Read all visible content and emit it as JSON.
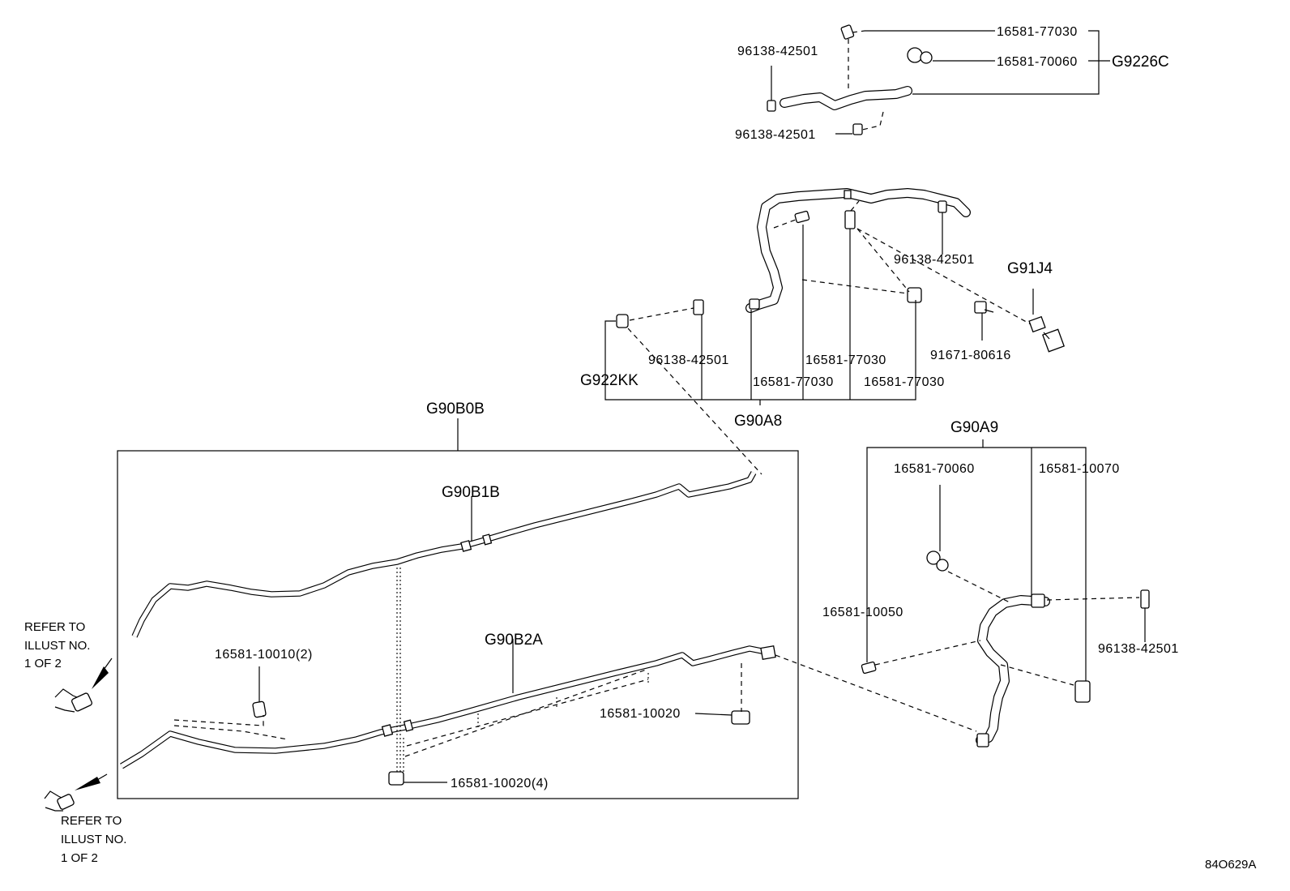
{
  "labels": {
    "pn_16581_77030_top": "16581-77030",
    "pn_96138_42501_a": "96138-42501",
    "pn_16581_70060_top": "16581-70060",
    "grp_g9226c": "G9226C",
    "pn_96138_42501_b": "96138-42501",
    "pn_96138_42501_c": "96138-42501",
    "grp_g91j4": "G91J4",
    "pn_91671_80616": "91671-80616",
    "pn_96138_42501_d": "96138-42501",
    "pn_16581_77030_a": "16581-77030",
    "pn_16581_77030_b": "16581-77030",
    "pn_16581_77030_c": "16581-77030",
    "grp_g922kk": "G922KK",
    "grp_g90a8": "G90A8",
    "grp_g90b0b": "G90B0B",
    "grp_g90b1b": "G90B1B",
    "grp_g90b2a": "G90B2A",
    "pn_16581_10010": "16581-10010(2)",
    "pn_16581_10020": "16581-10020",
    "pn_16581_10020_4": "16581-10020(4)",
    "grp_g90a9": "G90A9",
    "pn_16581_70060_r": "16581-70060",
    "pn_16581_10070": "16581-10070",
    "pn_16581_10050": "16581-10050",
    "pn_96138_42501_r": "96138-42501",
    "refer1_line1": "REFER TO",
    "refer1_line2": "ILLUST NO.",
    "refer1_line3": "1 OF 2",
    "refer2_line1": "REFER TO",
    "refer2_line2": "ILLUST NO.",
    "refer2_line3": "1 OF 2",
    "illustration_code": "84O629A"
  }
}
